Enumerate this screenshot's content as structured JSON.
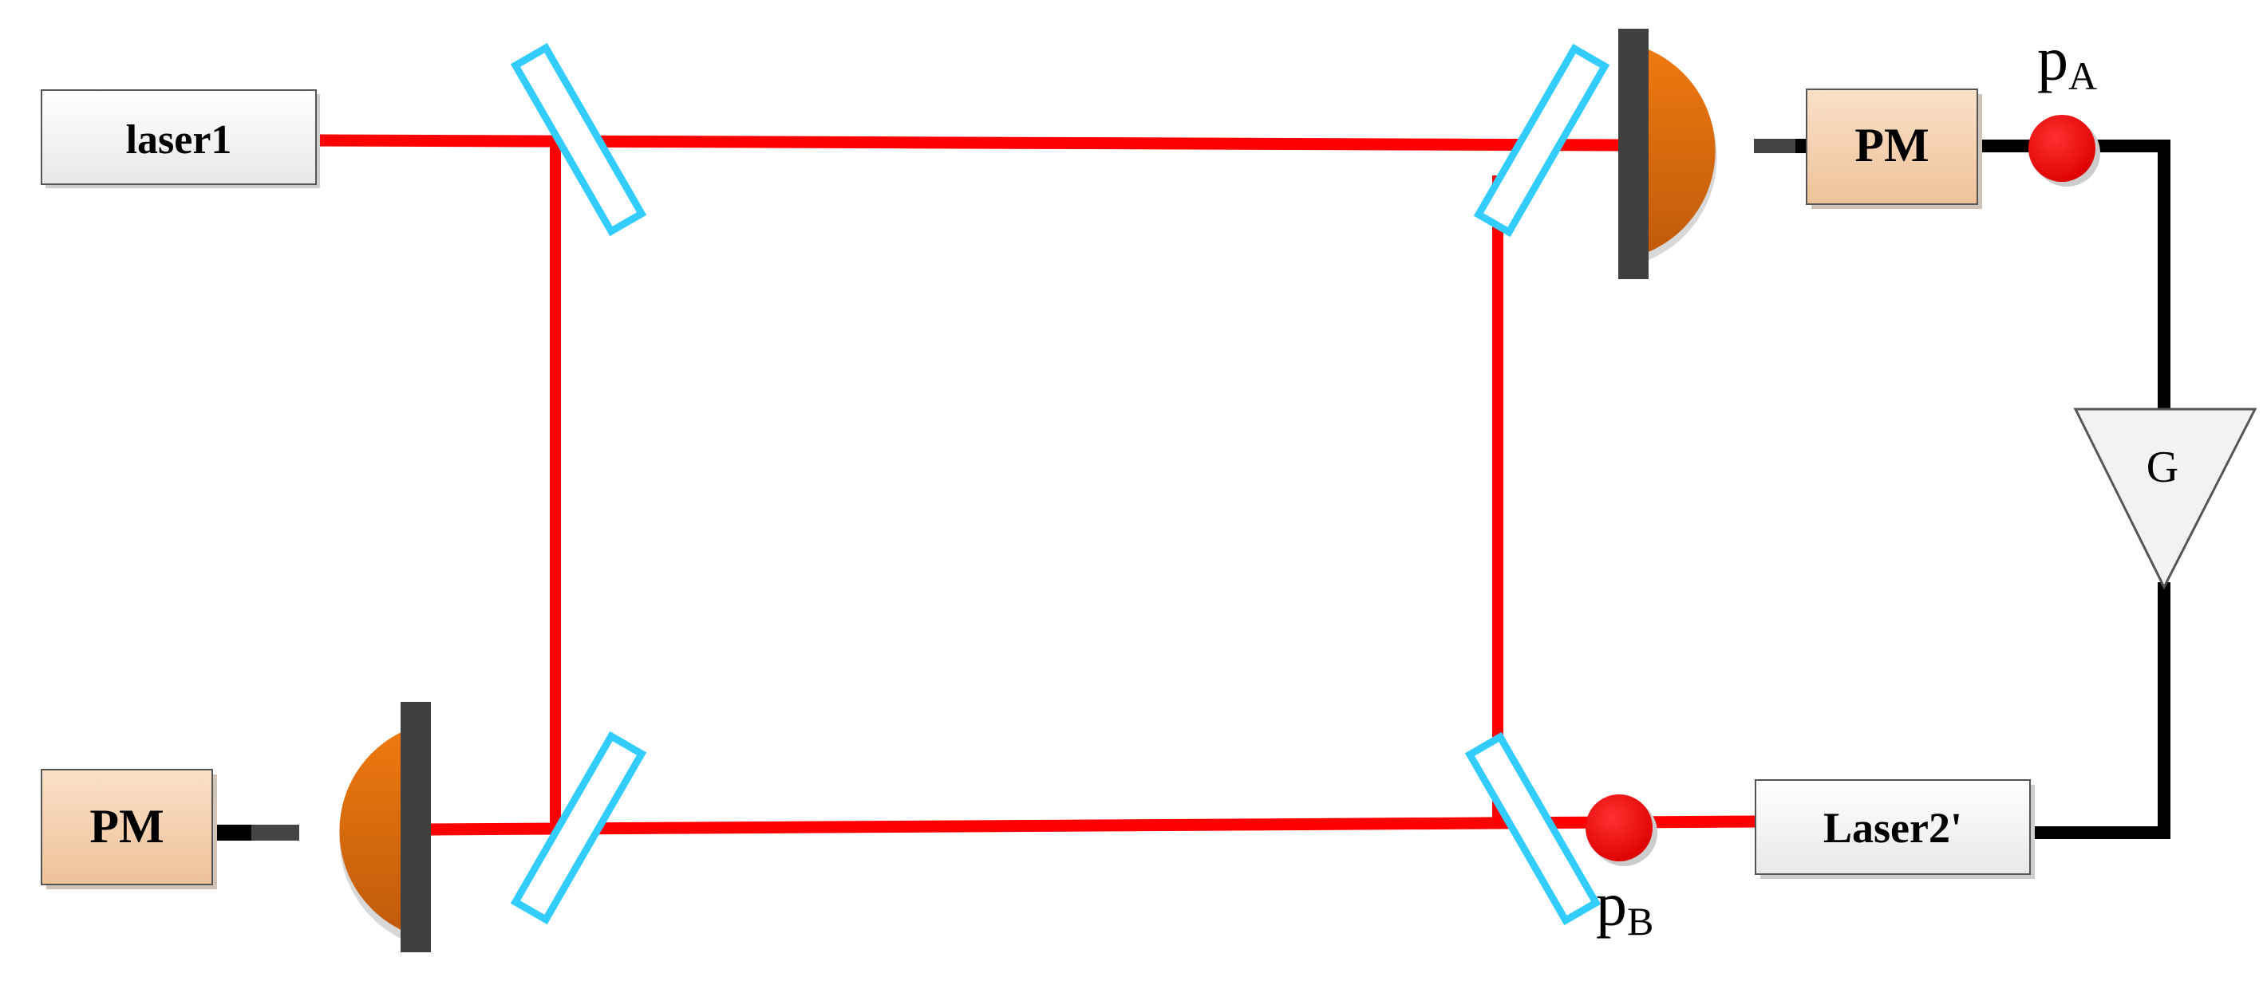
{
  "labels": {
    "laser1": "laser1",
    "laser2": "Laser2'",
    "pm_top": "PM",
    "pm_bottom": "PM",
    "gain": "G",
    "pA_main": "p",
    "pA_sub": "A",
    "pB_main": "p",
    "pB_sub": "B"
  },
  "colors": {
    "beam": "#ff0000",
    "wire": "#000000",
    "splitter_edge": "#33ccff",
    "detector_light": "#ee7a10",
    "detector_dark": "#c05a0a",
    "detector_plate": "#404040",
    "pm_fill_top": "#fbe0c8",
    "pm_fill_bottom": "#eec29a",
    "laser_fill": "#f4f4f4",
    "probe_point": "#ee0000"
  }
}
